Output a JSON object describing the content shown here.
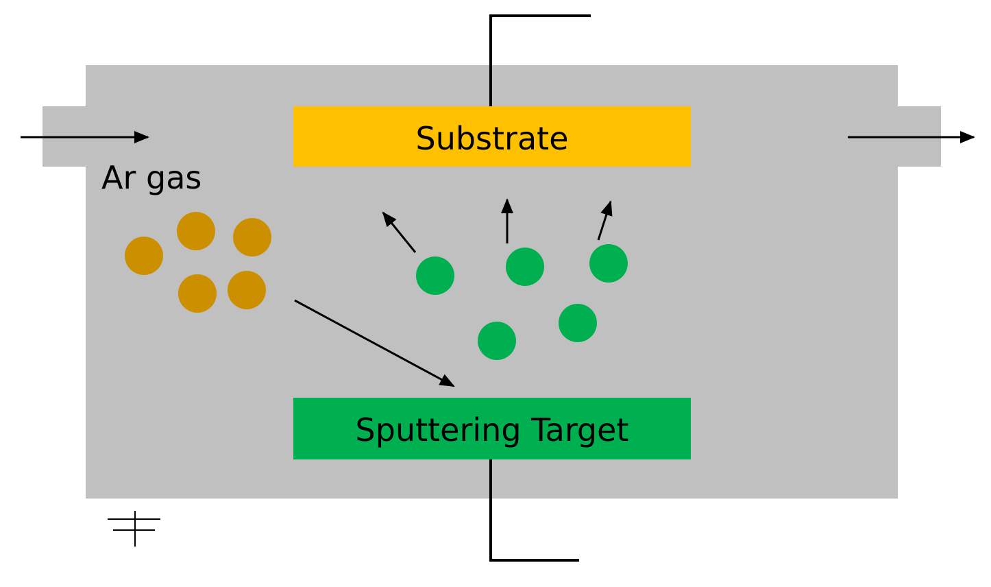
{
  "labels": {
    "substrate": "Substrate",
    "target": "Sputtering Target",
    "gas": "Ar gas"
  },
  "colors": {
    "chamber": "#c0c0c0",
    "substrate": "#ffc000",
    "target": "#00b050",
    "argon_atom": "#cc8f00",
    "sputtered_atom": "#00b050",
    "line": "#000000",
    "background": "#ffffff"
  }
}
